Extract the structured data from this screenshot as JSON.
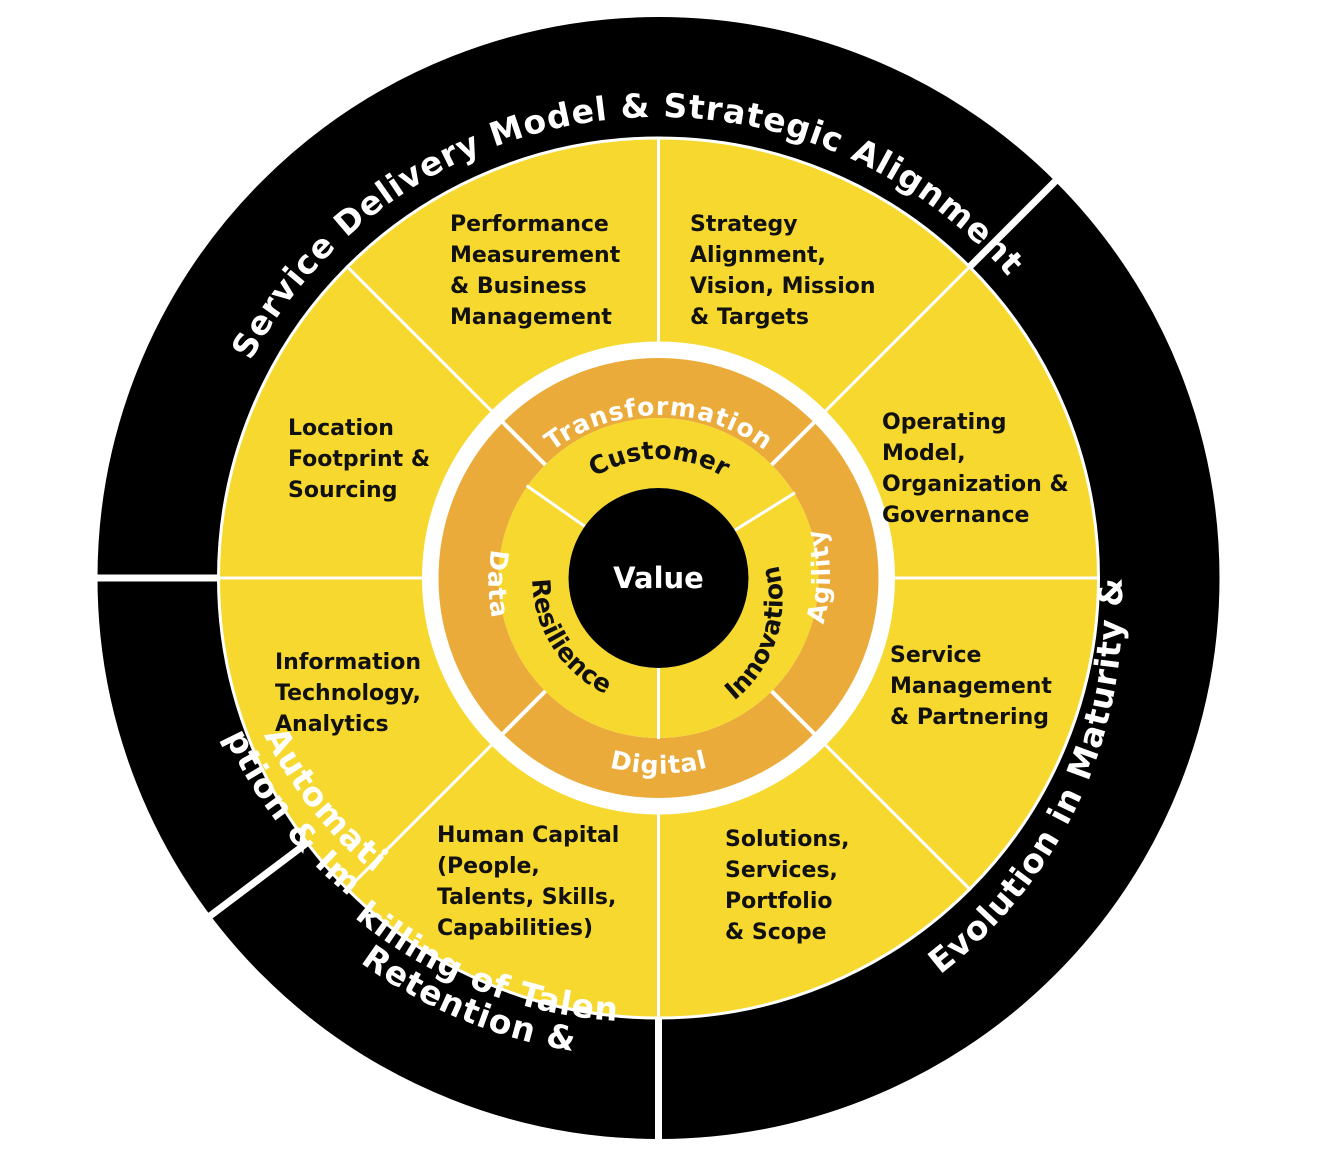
{
  "center": {
    "label": "Value"
  },
  "inner_ring": [
    {
      "label": "Customer"
    },
    {
      "label": "Innovation"
    },
    {
      "label": "Resilience"
    }
  ],
  "middle_ring": [
    {
      "label": "Transformation"
    },
    {
      "label": "Agility"
    },
    {
      "label": "Digital"
    },
    {
      "label": "Data"
    }
  ],
  "segments": [
    {
      "id": "performance",
      "lines": [
        "Performance",
        "Measurement",
        "& Business",
        "Management"
      ]
    },
    {
      "id": "strategy",
      "lines": [
        "Strategy",
        "Alignment,",
        "Vision, Mission",
        "& Targets"
      ]
    },
    {
      "id": "operating-model",
      "lines": [
        "Operating",
        "Model,",
        "Organization &",
        "Governance"
      ]
    },
    {
      "id": "service-management",
      "lines": [
        "Service",
        "Management",
        "& Partnering"
      ]
    },
    {
      "id": "solutions",
      "lines": [
        "Solutions,",
        "Services,",
        "Portfolio",
        "& Scope"
      ]
    },
    {
      "id": "human-capital",
      "lines": [
        "Human Capital",
        "(People,",
        "Talents, Skills,",
        "Capabilities)"
      ]
    },
    {
      "id": "information-technology",
      "lines": [
        "Information",
        "Technology,",
        "Analytics"
      ]
    },
    {
      "id": "location",
      "lines": [
        "Location",
        "Footprint &",
        "Sourcing"
      ]
    }
  ],
  "outer_ring": [
    {
      "id": "service-delivery",
      "lines": [
        "Service Delivery Model & Strategic Alignment"
      ]
    },
    {
      "id": "model-evolution",
      "lines": [
        "Model Evolution in Maturity & Scope"
      ]
    },
    {
      "id": "retention",
      "lines": [
        "Retention &",
        "Skilling of Talent"
      ]
    },
    {
      "id": "adoption",
      "lines": [
        "Adoption & Impact",
        "of Automation"
      ]
    }
  ],
  "colors": {
    "outer_ring": "#000000",
    "segment_fill": "#f6d82e",
    "middle_ring": "#eaab3b",
    "inner_ring": "#f6d82e",
    "center": "#000000",
    "divider": "#ffffff"
  }
}
